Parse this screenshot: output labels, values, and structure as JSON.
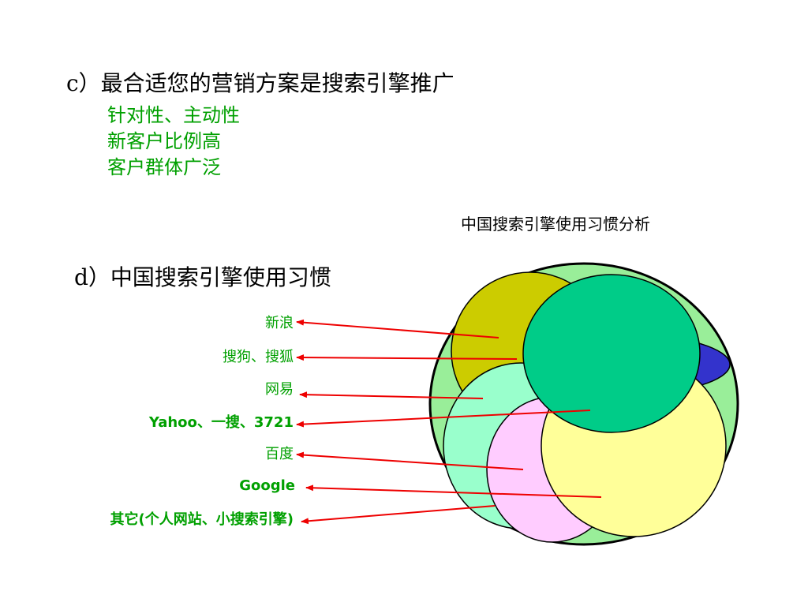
{
  "heading_c": "c）最合适您的营销方案是搜索引擎推广",
  "bullets": [
    "针对性、主动性",
    "新客户比例高",
    "客户群体广泛"
  ],
  "chart_title": "中国搜索引擎使用习惯分析",
  "heading_d": "d）中国搜索引擎使用习惯",
  "labels": [
    {
      "text": "新浪",
      "bold": false
    },
    {
      "text": "搜狗、搜狐",
      "bold": false
    },
    {
      "text": "网易",
      "bold": false
    },
    {
      "text": "Yahoo、一搜、3721",
      "bold": true
    },
    {
      "text": "百度",
      "bold": false
    },
    {
      "text": "Google",
      "bold": true
    },
    {
      "text": "其它(个人网站、小搜索引擎)",
      "bold": true
    }
  ],
  "colors": {
    "label_text": "#00a000",
    "outer_circle": "#99ee99",
    "sina": "#cccc00",
    "sogou": "#3333cc",
    "netease": "#99ffcc",
    "baidu": "#ffccff",
    "google": "#ffff99",
    "yahoo": "#00cc88",
    "arrow": "#ee0000"
  }
}
